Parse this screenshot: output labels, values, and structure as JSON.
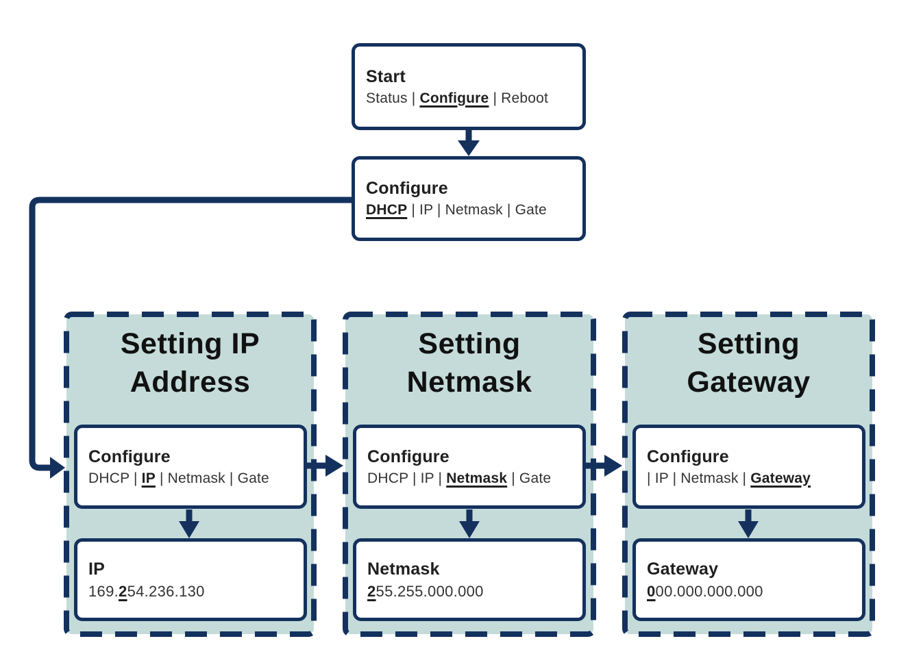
{
  "colors": {
    "navy": "#14315e",
    "teal": "#c4dbd9",
    "ink": "#1f1f1f",
    "sub": "#333333"
  },
  "start_node": {
    "title": "Start",
    "menu_pre": "Status | ",
    "menu_active": "Configure",
    "menu_post": " | Reboot"
  },
  "configure_node": {
    "title": "Configure",
    "menu_pre": "",
    "menu_active": "DHCP",
    "menu_post": " | IP | Netmask | Gate"
  },
  "groups": [
    {
      "title_line1": "Setting IP",
      "title_line2": "Address",
      "menu_box": {
        "title": "Configure",
        "menu_pre": "DHCP | ",
        "menu_active": "IP",
        "menu_post": " | Netmask | Gate"
      },
      "value_box": {
        "title": "IP",
        "value_pre": "169.",
        "value_active": "2",
        "value_post": "54.236.130"
      }
    },
    {
      "title_line1": "Setting",
      "title_line2": "Netmask",
      "menu_box": {
        "title": "Configure",
        "menu_pre": "DHCP | IP | ",
        "menu_active": "Netmask",
        "menu_post": " | Gate"
      },
      "value_box": {
        "title": "Netmask",
        "value_pre": "",
        "value_active": "2",
        "value_post": "55.255.000.000"
      }
    },
    {
      "title_line1": "Setting",
      "title_line2": "Gateway",
      "menu_box": {
        "title": "Configure",
        "menu_pre": "| IP | Netmask | ",
        "menu_active": "Gateway",
        "menu_post": ""
      },
      "value_box": {
        "title": "Gateway",
        "value_pre": "",
        "value_active": "0",
        "value_post": "00.000.000.000"
      }
    }
  ]
}
